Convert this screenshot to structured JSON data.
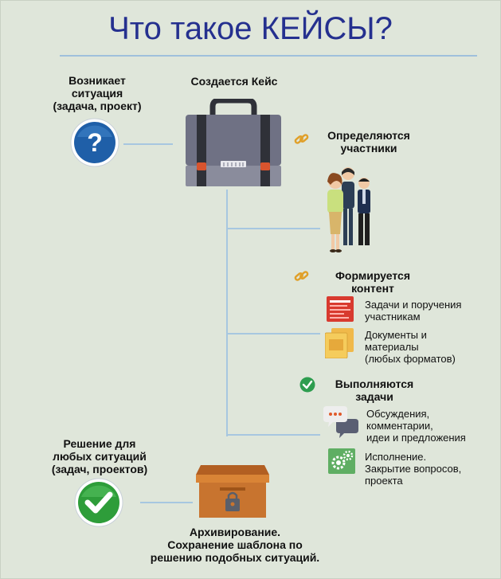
{
  "title": "Что такое КЕЙСЫ?",
  "situation": {
    "line1": "Возникает",
    "line2": "ситуация",
    "line3": "(задача, проект)"
  },
  "case_created": "Создается Кейс",
  "participants": {
    "line1": "Определяются",
    "line2": "участники"
  },
  "content": {
    "heading_line1": "Формируется",
    "heading_line2": "контент",
    "item1": {
      "line1": "Задачи и поручения",
      "line2": "участникам"
    },
    "item2": {
      "line1": "Документы и",
      "line2": "материалы",
      "line3": "(любых форматов)"
    }
  },
  "tasks": {
    "heading_line1": "Выполняются",
    "heading_line2": "задачи",
    "item1": {
      "line1": "Обсуждения,",
      "line2": "комментарии,",
      "line3": "идеи и предложения"
    },
    "item2": {
      "line1": "Исполнение.",
      "line2": "Закрытие вопросов,",
      "line3": "проекта"
    }
  },
  "solution": {
    "line1": "Решение для",
    "line2": "любых ситуаций",
    "line3": "(задач, проектов)"
  },
  "archive": {
    "line1": "Архивирование.",
    "line2": "Сохранение шаблона по",
    "line3": "решению подобных ситуаций."
  },
  "colors": {
    "title": "#25308f",
    "connector": "#a7c7e0",
    "question_circle": "#1f5fa8",
    "check_circle": "#2e9d3a",
    "briefcase": "#6f7184",
    "box": "#c8742f"
  },
  "icons": {
    "question": "question-circle-icon",
    "briefcase": "briefcase-icon",
    "link": "link-icon",
    "people": "people-icon",
    "tasks": "task-list-icon",
    "documents": "documents-icon",
    "check_small": "check-circle-icon",
    "chat": "chat-bubbles-icon",
    "gears": "gears-icon",
    "check_big": "check-mark-icon",
    "archive": "archive-box-icon"
  }
}
